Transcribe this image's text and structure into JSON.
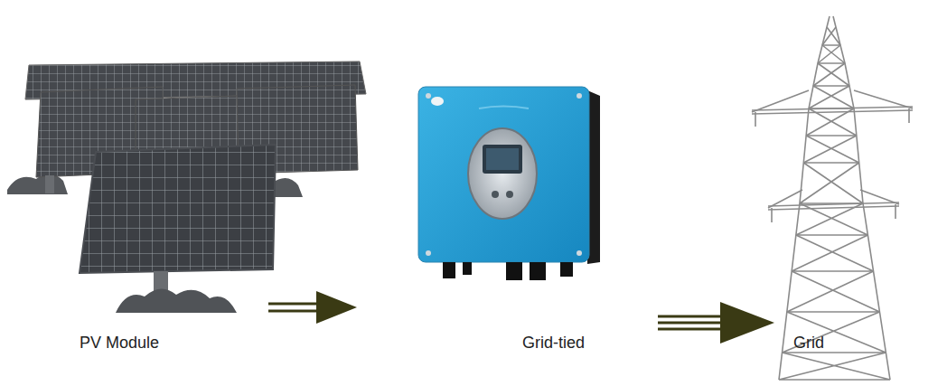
{
  "diagram": {
    "nodes": [
      {
        "text": [
          "PV Module"
        ]
      },
      {
        "text": [
          "Grid-tied"
        ]
      },
      {
        "text": [
          "Grid"
        ]
      }
    ],
    "edges": [
      {
        "from": 0,
        "to": 1,
        "arrow": "to"
      },
      {
        "from": 1,
        "to": 2,
        "arrow": "to"
      }
    ]
  }
}
